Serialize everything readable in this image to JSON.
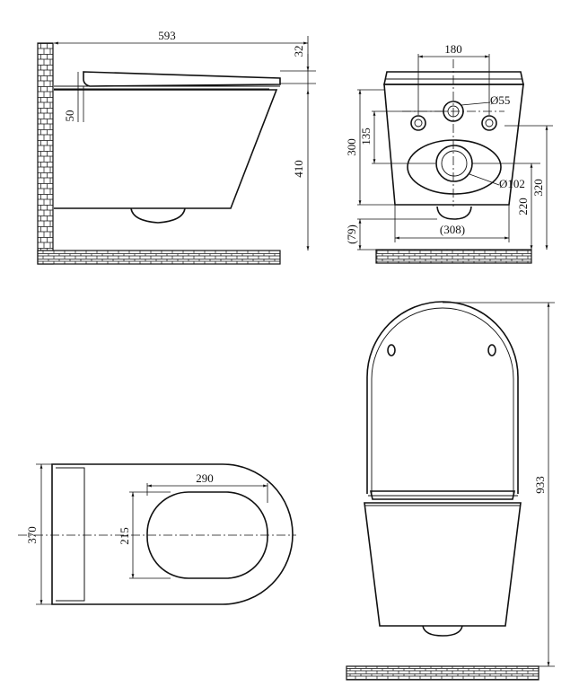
{
  "side_view": {
    "depth": "593",
    "seat_thickness": "32",
    "bowl_height": "410",
    "seat_offset": "50"
  },
  "front_view": {
    "flush_pipe_spacing": "180",
    "inlet_diameter": "Ø55",
    "bolt_spacing": "135",
    "mount_height": "300",
    "outlet_diameter": "Ø102",
    "outlet_height": "220",
    "total_height": "320",
    "bottom_offset": "(79)",
    "bottom_width": "(308)"
  },
  "top_view": {
    "width": "370",
    "bowl_opening_length": "290",
    "bowl_opening_width": "215"
  },
  "upright_view": {
    "total_height": "933"
  },
  "colors": {
    "line": "#111111",
    "background": "#ffffff"
  }
}
